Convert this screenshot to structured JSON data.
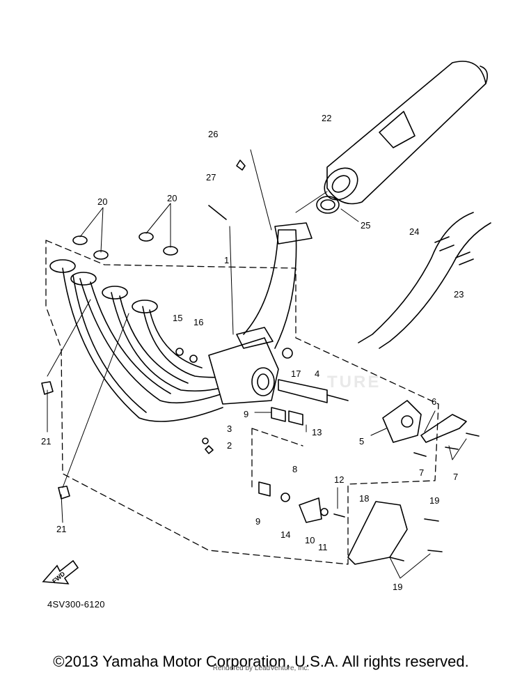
{
  "diagram": {
    "part_labels": [
      "1",
      "2",
      "3",
      "4",
      "5",
      "6",
      "7",
      "7",
      "8",
      "9",
      "9",
      "10",
      "11",
      "12",
      "13",
      "14",
      "15",
      "16",
      "17",
      "18",
      "19",
      "19",
      "20",
      "20",
      "21",
      "21",
      "22",
      "23",
      "24",
      "25",
      "26",
      "27"
    ],
    "diagram_code": "4SV300-6120",
    "fwd_label": "FWD",
    "watermark": "TURE",
    "copyright": "©2013 Yamaha Motor Corporation, U.S.A. All rights reserved.",
    "credit": "Rendered by LeadVenture, Inc."
  }
}
